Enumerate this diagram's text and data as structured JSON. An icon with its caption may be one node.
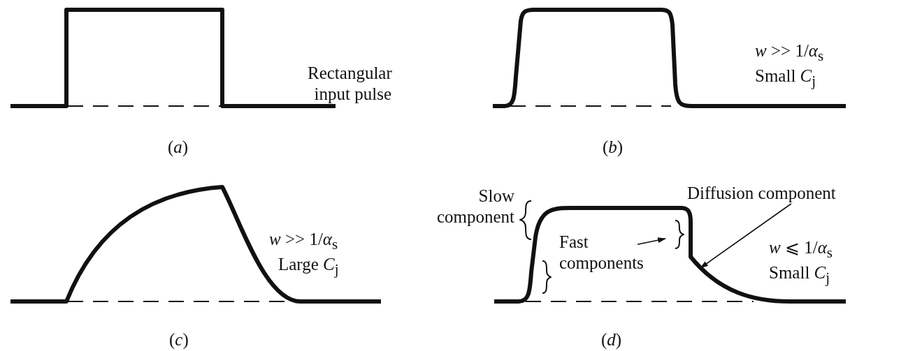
{
  "diagram": {
    "nodes": [
      {
        "text": [
          "Fast components"
        ]
      },
      {
        "text": [
          "Diffusion component"
        ]
      }
    ],
    "edges": [
      {
        "from": 0,
        "to": null,
        "arrow": "to"
      },
      {
        "from": 1,
        "to": null,
        "arrow": "to"
      }
    ],
    "labels": [
      "Rectangular input pulse",
      "(*a*)",
      "*w* >> 1/*α*$_{s}$",
      "Small *C*$_{j}$",
      "(*b*)",
      "*w* >> 1/*α*$_{s}$",
      "Large *C*$_{j}$",
      "(*c*)",
      "Slow component",
      "*w* ⩽ 1/*α*$_{s}$",
      "Small *C*$_{j}$",
      "(*d*)"
    ]
  }
}
